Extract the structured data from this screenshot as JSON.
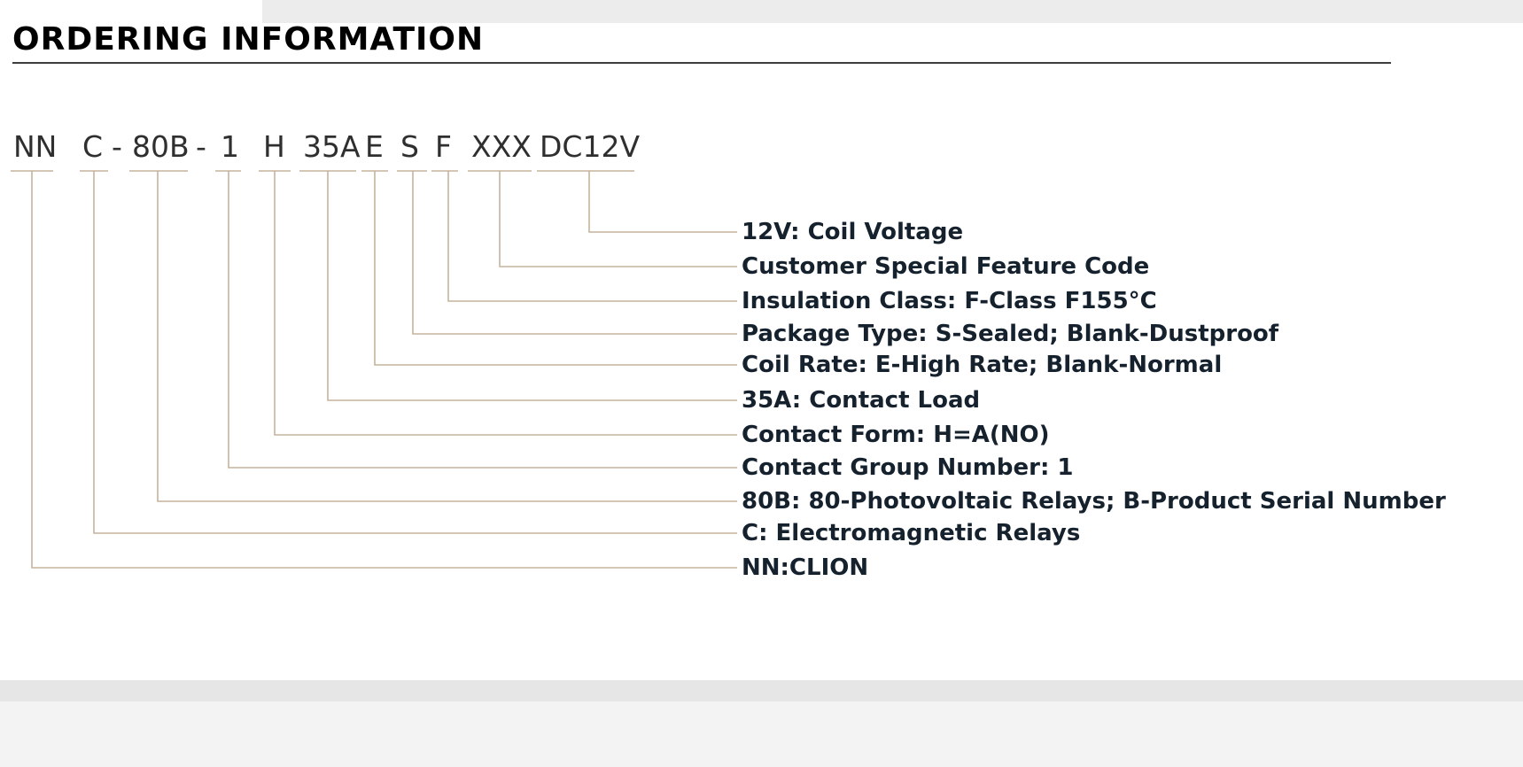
{
  "page": {
    "title": "ORDERING INFORMATION"
  },
  "code": {
    "tokens": [
      "NN",
      "C",
      "-",
      "80B",
      "-",
      "1",
      "H",
      "35A",
      "E",
      "S",
      "F",
      "XXX",
      "DC12V"
    ]
  },
  "legend": {
    "items": [
      {
        "code": "DC12V",
        "label": "12V: Coil Voltage"
      },
      {
        "code": "XXX",
        "label": "Customer Special Feature Code"
      },
      {
        "code": "F",
        "label": "Insulation Class: F-Class F155°C"
      },
      {
        "code": "S",
        "label": "Package Type: S-Sealed; Blank-Dustproof"
      },
      {
        "code": "E",
        "label": "Coil Rate: E-High Rate; Blank-Normal"
      },
      {
        "code": "35A",
        "label": "35A: Contact Load"
      },
      {
        "code": "H",
        "label": "Contact Form: H=A(NO)"
      },
      {
        "code": "1",
        "label": "Contact Group Number: 1"
      },
      {
        "code": "80B",
        "label": "80B: 80-Photovoltaic Relays; B-Product Serial Number"
      },
      {
        "code": "C",
        "label": "C: Electromagnetic Relays"
      },
      {
        "code": "NN",
        "label": "NN:CLION"
      }
    ]
  },
  "colors": {
    "connector_line": "#c6b39c",
    "legend_text": "#15222e",
    "code_text": "#2f2f2f",
    "title_text": "#000000",
    "title_rule": "#3d3d3d"
  }
}
